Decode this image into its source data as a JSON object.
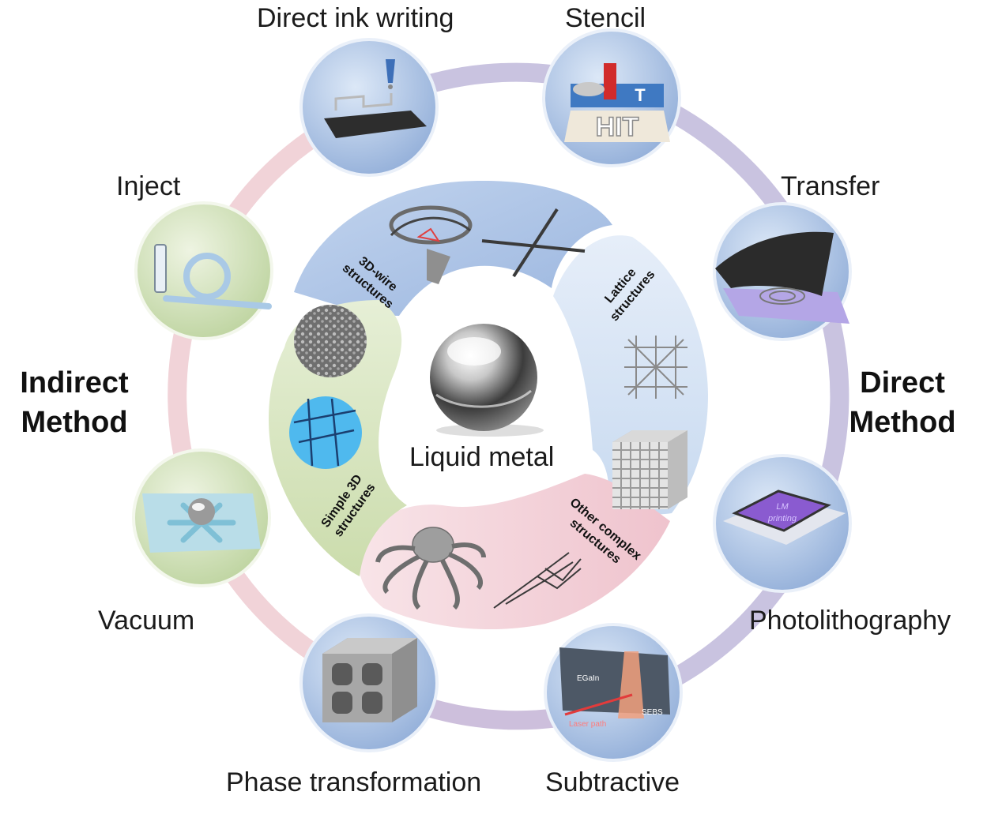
{
  "center": {
    "label": "Liquid metal"
  },
  "groups": {
    "indirect": {
      "line1": "Indirect",
      "line2": "Method"
    },
    "direct": {
      "line1": "Direct",
      "line2": "Method"
    }
  },
  "methods": {
    "direct_ink_writing": "Direct ink writing",
    "stencil": "Stencil",
    "transfer": "Transfer",
    "photolithography": "Photolithography",
    "subtractive": "Subtractive",
    "phase_transformation": "Phase transformation",
    "vacuum": "Vacuum",
    "inject": "Inject"
  },
  "structures": {
    "wire_3d": {
      "line1": "3D-wire",
      "line2": "structures"
    },
    "lattice": {
      "line1": "Lattice",
      "line2": "structures"
    },
    "other_complex": {
      "line1": "Other complex",
      "line2": "structures"
    },
    "simple_3d": {
      "line1": "Simple 3D",
      "line2": "structures"
    }
  },
  "inset_text": {
    "stencil_letters": "HIT",
    "stencil_tab": "T",
    "photo_chip_line1": "LM",
    "photo_chip_line2": "printing",
    "subtractive_a": "EGaIn",
    "subtractive_b": "Laser path",
    "subtractive_c": "SEBS"
  },
  "colors": {
    "ring_direct": "#c9c3e0",
    "ring_indirect": "#f1d3d8",
    "circle_direct": "#a9c3e3",
    "circle_indirect": "#d5e4bd",
    "petal_wire": "#aec5e6",
    "petal_lattice": "#d4e4f4",
    "petal_other": "#f3d0d8",
    "petal_simple": "#d7e5bf"
  }
}
